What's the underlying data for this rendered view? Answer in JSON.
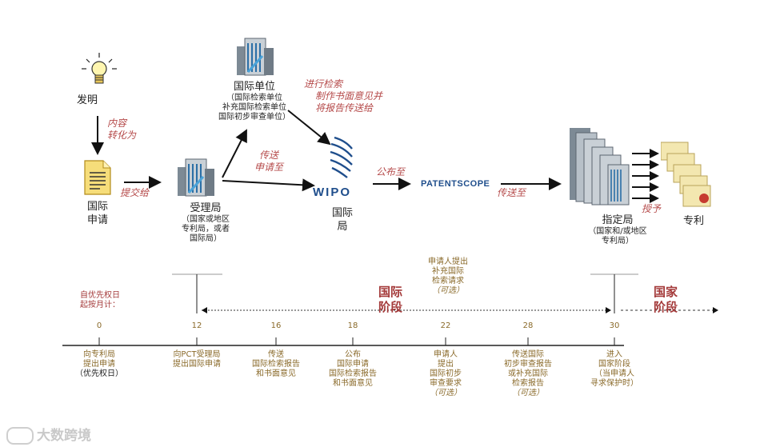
{
  "nodes": {
    "invention": "发明",
    "intl_app": [
      "国际",
      "申请"
    ],
    "receiving_office": [
      "受理局",
      "（国家或地区",
      "专利局，或者",
      "国际局）"
    ],
    "intl_authority": [
      "国际单位",
      "（国际检索单位",
      "补充国际检索单位",
      "国际初步审查单位）"
    ],
    "intl_bureau": [
      "国际",
      "局"
    ],
    "wipo_logo": "WIPO",
    "patentscope": "PATENTSCOPE",
    "designated_office": [
      "指定局",
      "（国家和/或地区",
      "专利局）"
    ],
    "patent": "专利"
  },
  "arrow_labels": {
    "content": [
      "内容",
      "转化为"
    ],
    "submit": "提交给",
    "transmit_app": [
      "传送",
      "申请至"
    ],
    "search": [
      "进行检索",
      "制作书面意见并",
      "将报告传送给"
    ],
    "publish": "公布至",
    "transmit_to": "传送至",
    "grant": "授予"
  },
  "timeline": {
    "start_label": [
      "自优先权日",
      "起按月计："
    ],
    "intl_phase": [
      "国际",
      "阶段"
    ],
    "natl_phase": [
      "国家",
      "阶段"
    ],
    "optional_top": [
      "申请人提出",
      "补充国际",
      "检索请求",
      "（可选）"
    ],
    "ticks": [
      {
        "month": "0",
        "desc": [
          "向专利局",
          "提出申请",
          "（优先权日）"
        ]
      },
      {
        "month": "12",
        "desc": [
          "向PCT受理局",
          "提出国际申请"
        ]
      },
      {
        "month": "16",
        "desc": [
          "传送",
          "国际检索报告",
          "和书面意见"
        ]
      },
      {
        "month": "18",
        "desc": [
          "公布",
          "国际申请",
          "国际检索报告",
          "和书面意见"
        ]
      },
      {
        "month": "22",
        "desc": [
          "申请人",
          "提出",
          "国际初步",
          "审查要求",
          "（可选）"
        ]
      },
      {
        "month": "28",
        "desc": [
          "传送国际",
          "初步审查报告",
          "或补充国际",
          "检索报告",
          "（可选）"
        ]
      },
      {
        "month": "30",
        "desc": [
          "进入",
          "国家阶段",
          "（当申请人",
          "寻求保护时）"
        ]
      }
    ]
  },
  "watermark": "大数跨境",
  "colors": {
    "accent_red": "#b54a4a",
    "stage_red": "#a43a3a",
    "brown": "#8a6a2a",
    "wipo_blue": "#1f4e8c"
  },
  "icons": [
    "lightbulb-icon",
    "document-icon",
    "building-icon",
    "wipo-globe-icon",
    "certificate-icon"
  ]
}
